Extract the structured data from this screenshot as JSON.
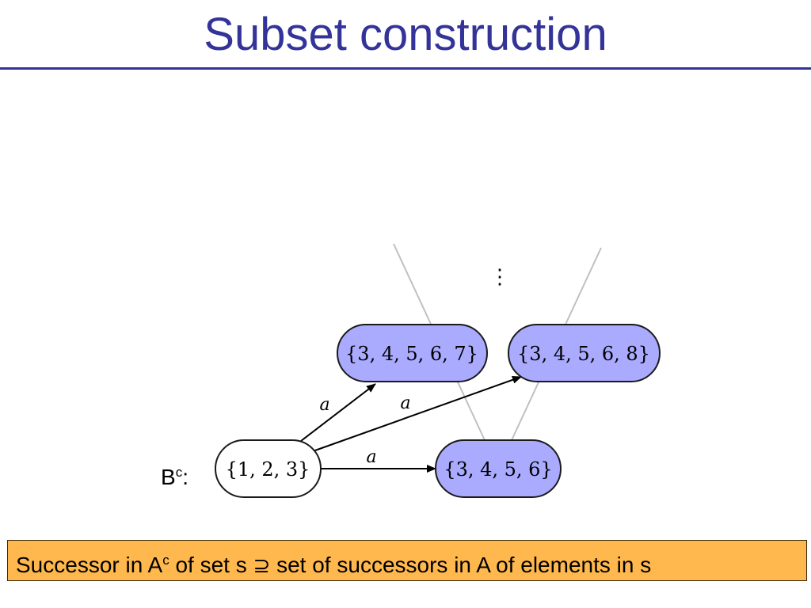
{
  "slide": {
    "title": "Subset construction",
    "title_color": "#333399"
  },
  "automaton_label": {
    "base": "B",
    "superscript": "c",
    "suffix": ":"
  },
  "diagram": {
    "nodes": [
      {
        "id": "start",
        "label": "{1, 2, 3}",
        "fill": "#ffffff"
      },
      {
        "id": "s3456",
        "label": "{3, 4, 5, 6}",
        "fill": "#aaaaff"
      },
      {
        "id": "s34567",
        "label": "{3, 4, 5, 6, 7}",
        "fill": "#aaaaff"
      },
      {
        "id": "s34568",
        "label": "{3, 4, 5, 6, 8}",
        "fill": "#aaaaff"
      }
    ],
    "edges": [
      {
        "from": "start",
        "to": "s34567",
        "label": "a"
      },
      {
        "from": "start",
        "to": "s34568",
        "label": "a"
      },
      {
        "from": "start",
        "to": "s3456",
        "label": "a"
      }
    ],
    "continuation_marker": "⋮",
    "background_line_color": "#c0c0c0"
  },
  "callout": {
    "text_before_sup": "Successor in A",
    "superscript": "c",
    "text_middle": " of set s ",
    "relation_symbol": "⊇",
    "text_after": " set of successors in A of elements in s",
    "background": "#ffb84d"
  }
}
